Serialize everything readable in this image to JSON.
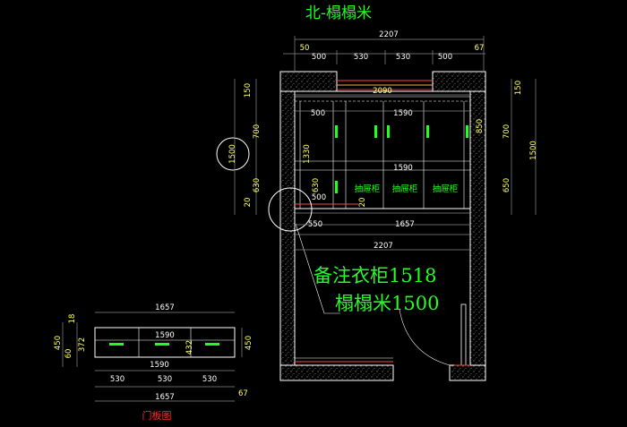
{
  "title": "北-榻榻米",
  "note": {
    "line1": "备注衣柜1518",
    "line2": "榻榻米1500"
  },
  "door_panel_label": "门板图",
  "drawer_labels": [
    "抽屉柜",
    "抽屉柜",
    "抽屉柜"
  ],
  "top_dims": {
    "overall": "2207",
    "left_wall": "50",
    "right_wall": "67",
    "segments": [
      "500",
      "530",
      "530",
      "500"
    ],
    "inner": "2090",
    "upper_cabinet_left": "500",
    "upper_cabinet_right": "1590",
    "drawer_row": "1590",
    "left_small_a": "500",
    "bottom_left": "550",
    "bottom_right": "1657",
    "room_width": "2207"
  },
  "left_dims": {
    "outer": [
      "150",
      "700",
      "630",
      "20"
    ],
    "overall": "1500",
    "inner": [
      "1330",
      "630",
      "20"
    ]
  },
  "right_dims": {
    "outer": [
      "150",
      "700",
      "650"
    ],
    "overall": "1500",
    "inner": [
      "850"
    ]
  },
  "door_panel": {
    "top": "1657",
    "middle": "1590",
    "bottom_inner": "1590",
    "segments": [
      "530",
      "530",
      "530"
    ],
    "bottom": "1657",
    "offset": "67",
    "left_dims": [
      "18",
      "450",
      "60",
      "372"
    ],
    "mid_height": "432",
    "right_height": "450"
  }
}
